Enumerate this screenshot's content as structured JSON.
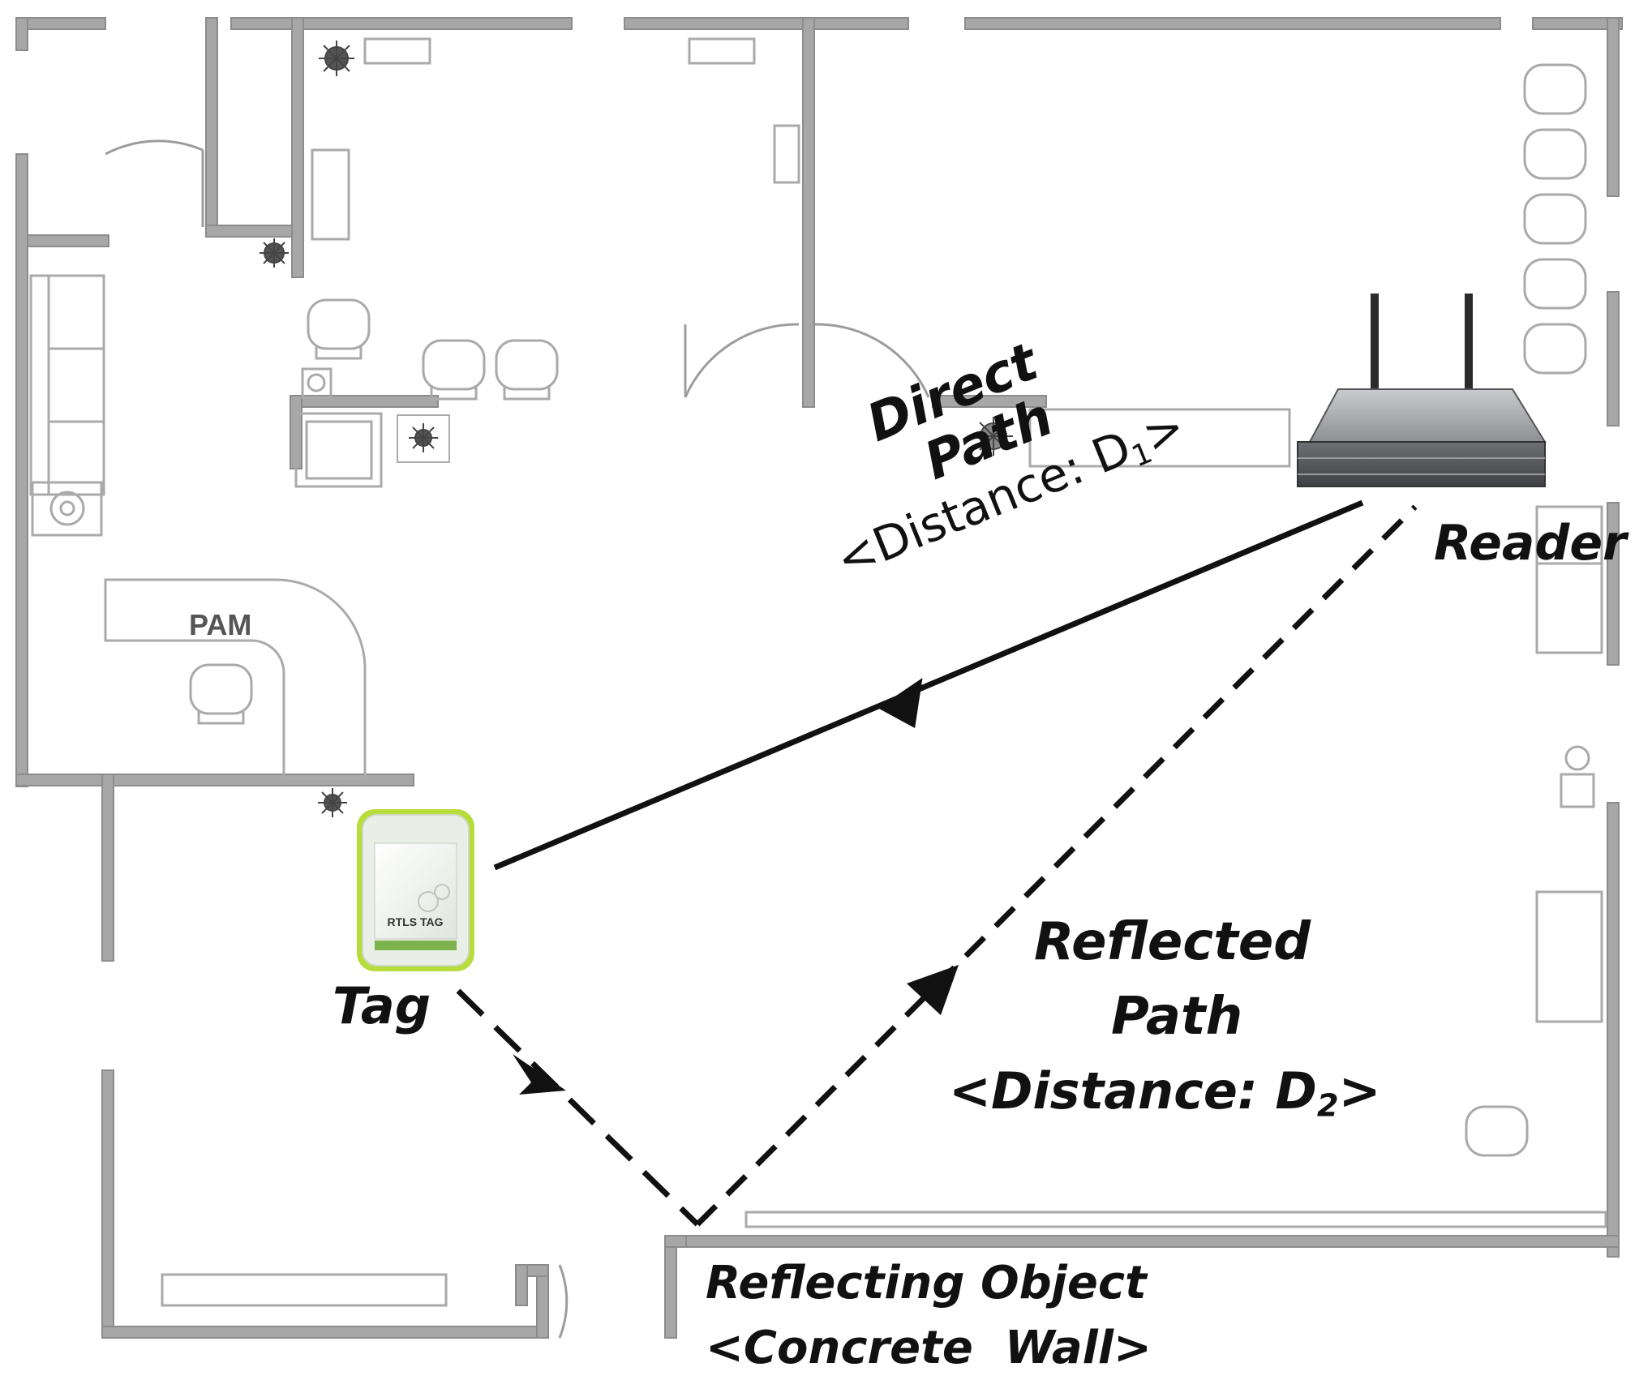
{
  "labels": {
    "tag": "Tag",
    "reader": "Reader",
    "direct_path_line1": "Direct",
    "direct_path_line2": "Path",
    "direct_distance_prefix": "<Distance: D",
    "direct_distance_sub": "1",
    "direct_distance_suffix": ">",
    "reflected_path_line1": "Reflected",
    "reflected_path_line2": "Path",
    "reflected_distance_prefix": "<Distance: D",
    "reflected_distance_sub": "2",
    "reflected_distance_suffix": ">",
    "reflecting_object_line1": "Reflecting Object",
    "reflecting_object_line2": "<Concrete  Wall>",
    "room_pam": "PAM",
    "tag_device_text": "RTLS TAG"
  },
  "colors": {
    "wall": "#9a9a9a",
    "wall_dark": "#7a7a7a",
    "furniture": "#b5b5b5",
    "path": "#111111",
    "tag_body": "#e9eee6",
    "tag_frame": "#b7dd3c",
    "reader_body": "#7d7f82"
  },
  "icons": [
    "plant-icon",
    "chair-icon",
    "reader-device-icon",
    "tag-device-icon",
    "arrow-icon"
  ]
}
